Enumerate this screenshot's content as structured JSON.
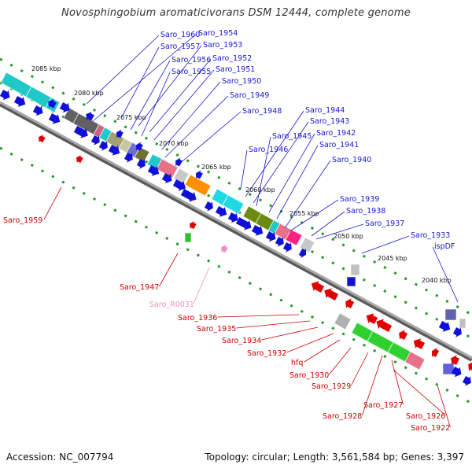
{
  "title": "Novosphingobium aromaticivorans DSM 12444, complete genome",
  "footer": {
    "accession": "Accession: NC_007794",
    "summary": "Topology: circular; Length: 3,561,584 bp; Genes: 3,397"
  },
  "colors": {
    "forward_gene": "#1010d8",
    "reverse_gene": "#e00000",
    "label_blue": "#1818d0",
    "label_red": "#cc0000",
    "label_pink": "#f090c0",
    "tick_green": "#229922",
    "backbone": "#888888"
  },
  "scale_labels": [
    "2085 kbp",
    "2080 kbp",
    "2075 kbp",
    "2070 kbp",
    "2065 kbp",
    "2060 kbp",
    "2055 kbp",
    "2050 kbp",
    "2045 kbp",
    "2040 kbp"
  ],
  "top_labels": [
    "Saro_1960",
    "Saro_1957",
    "Saro_1956",
    "Saro_1955",
    "Saro_1954",
    "Saro_1953",
    "Saro_1952",
    "Saro_1951",
    "Saro_1950",
    "Saro_1949",
    "Saro_1948",
    "Saro_1944",
    "Saro_1943",
    "Saro_1945",
    "Saro_1942",
    "Saro_1946",
    "Saro_1941",
    "Saro_1940",
    "Saro_1939",
    "Saro_1938",
    "Saro_1937",
    "Saro_1933",
    "ispDF"
  ],
  "bottom_labels": [
    "Saro_1959",
    "Saro_1947",
    "Saro_R0031",
    "Saro_1936",
    "Saro_1935",
    "Saro_1934",
    "Saro_1932",
    "hfq",
    "Saro_1930",
    "Saro_1929",
    "Saro_1928",
    "Saro_1927",
    "Saro_1926",
    "Saro_1922"
  ]
}
